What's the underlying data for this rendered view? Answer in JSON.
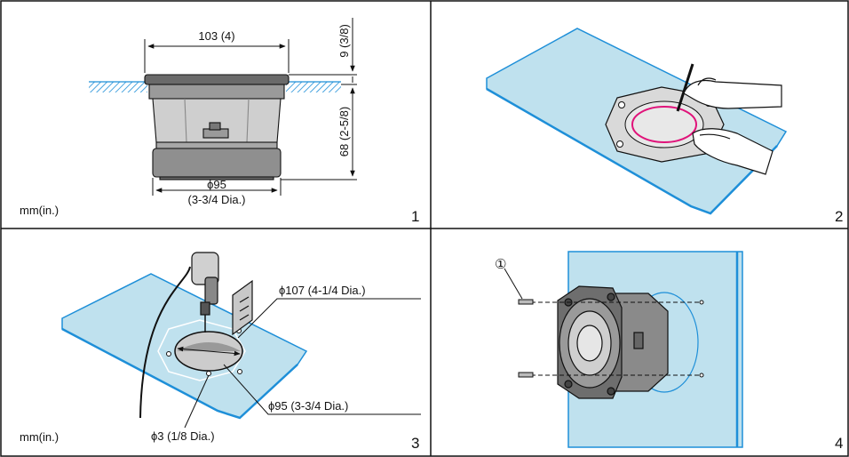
{
  "colors": {
    "panel_fill": "#bfe1ee",
    "panel_edge": "#1e8fd8",
    "panel_edge_light": "#7cc2e8",
    "marker_circle": "#e0137a",
    "line": "#111111"
  },
  "panels": [
    {
      "number": "1",
      "unit_label": "mm(in.)",
      "dim_width": "103 (4)",
      "dim_flange": "9 (3/8)",
      "dim_depth": "68 (2-5/8)",
      "dim_diameter": "ϕ95",
      "dim_diameter_in": "(3-3/4 Dia.)"
    },
    {
      "number": "2"
    },
    {
      "number": "3",
      "unit_label": "mm(in.)",
      "dim_outer": "ϕ107 (4-1/4 Dia.)",
      "dim_cutout": "ϕ95 (3-3/4 Dia.)",
      "dim_hole": "ϕ3 (1/8 Dia.)"
    },
    {
      "number": "4",
      "callout": "①"
    }
  ]
}
